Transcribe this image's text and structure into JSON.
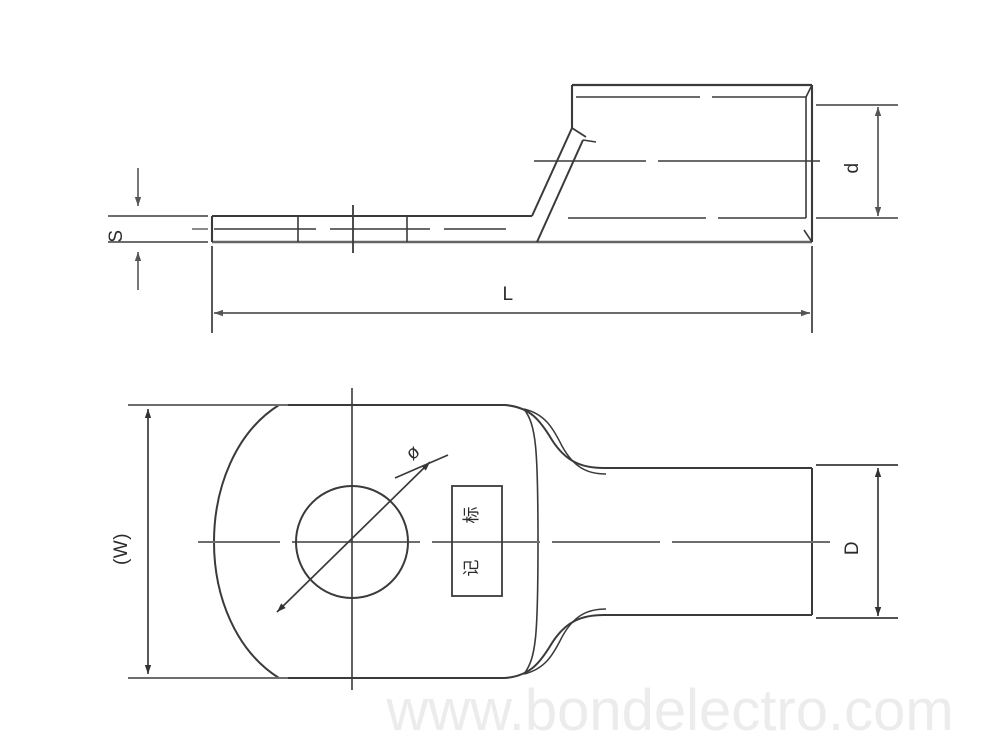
{
  "drawing": {
    "title": "Cable Lug Dimension Drawing",
    "background_color": "#ffffff",
    "line_color": "#555555",
    "outline_color": "#333333",
    "label_color": "#2b2b2b",
    "watermark_color": "#ececed"
  },
  "side_view": {
    "name": "side-elevation-view",
    "dimensions": {
      "thickness": {
        "label": "S",
        "orientation": "vertical-rotated"
      },
      "barrel_bore": {
        "label": "d",
        "orientation": "vertical-rotated"
      },
      "overall_length": {
        "label": "L",
        "orientation": "horizontal"
      }
    }
  },
  "plan_view": {
    "name": "plan-top-view",
    "dimensions": {
      "palm_width": {
        "label": "(W)",
        "orientation": "vertical-rotated"
      },
      "barrel_outer_diameter": {
        "label": "D",
        "orientation": "vertical-rotated"
      },
      "hole_diameter": {
        "label": "ø",
        "orientation": "diagonal"
      }
    },
    "marking_box": {
      "label": "标记",
      "characters": [
        "标",
        "记"
      ],
      "orientation": "vertical-rotated"
    }
  },
  "watermark": {
    "text": "www.bondelectro.com"
  }
}
